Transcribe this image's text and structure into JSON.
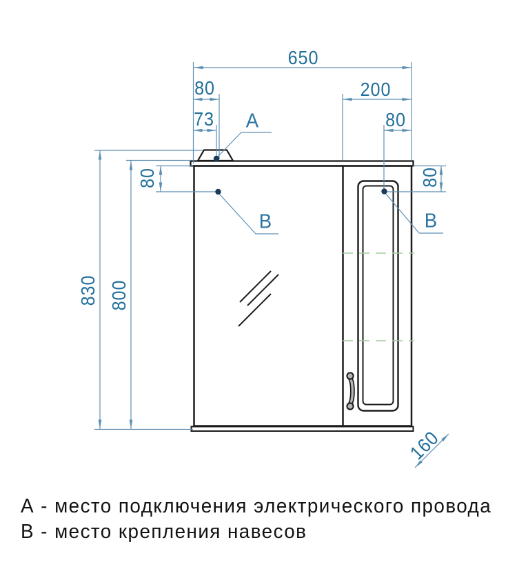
{
  "drawing": {
    "type": "furniture-technical-drawing",
    "subject": "mirror-cabinet-front-view",
    "dimensions": {
      "overall_width": "650",
      "top_left_offset": "80",
      "wire_offset": "73",
      "door_width": "200",
      "door_hinge_offset": "80",
      "hinge_drop_left": "80",
      "hinge_drop_right": "80",
      "overall_height": "830",
      "body_height": "800",
      "depth": "160"
    },
    "callouts": {
      "a": "А",
      "b_left": "В",
      "b_right": "В"
    },
    "legend": {
      "line_a": "А - место подключения электрического провода",
      "line_b": "В - место крепления навесов"
    },
    "colors": {
      "outline": "#1b1b1b",
      "dimension_line": "#5d8fb3",
      "dimension_text": "#236f9b",
      "mount_point_dot": "#1c3a57",
      "shelf_dashed_line": "#a3cba0",
      "handle_fill": "#b5b5b5"
    }
  }
}
